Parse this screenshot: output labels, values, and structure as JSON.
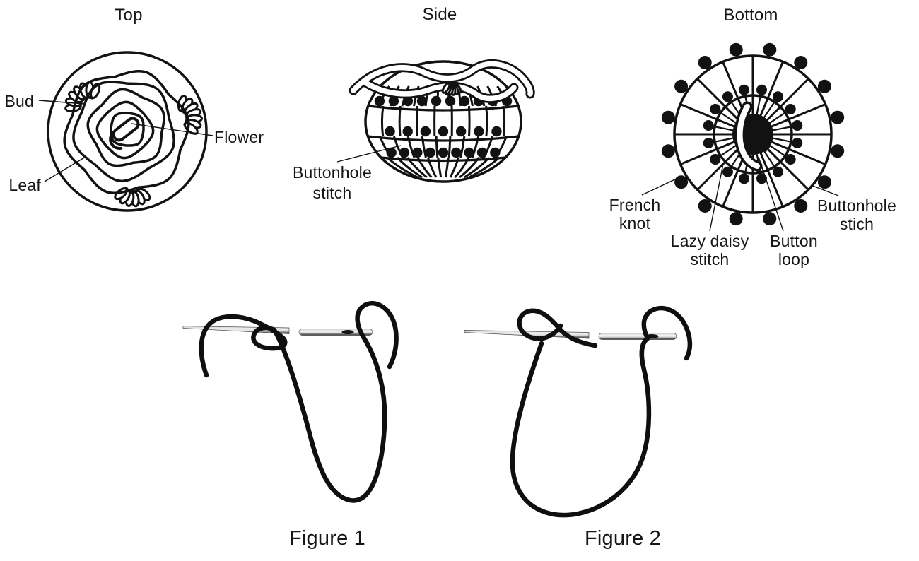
{
  "colors": {
    "ink": "#121212",
    "background": "#ffffff",
    "needle_metal": "#bfbfbf"
  },
  "views": {
    "top": {
      "title": "Top",
      "labels": {
        "bud": "Bud",
        "flower": "Flower",
        "leaf": "Leaf"
      }
    },
    "side": {
      "title": "Side",
      "label_lines": [
        "Buttonhole",
        "stitch"
      ]
    },
    "bottom": {
      "title": "Bottom",
      "french_knot_lines": [
        "French",
        "knot"
      ],
      "lazy_daisy_lines": [
        "Lazy daisy",
        "stitch"
      ],
      "button_loop_lines": [
        "Button",
        "loop"
      ],
      "buttonhole_lines": [
        "Buttonhole",
        "stich"
      ]
    }
  },
  "figures": {
    "figure1_caption": "Figure 1",
    "figure2_caption": "Figure 2"
  }
}
